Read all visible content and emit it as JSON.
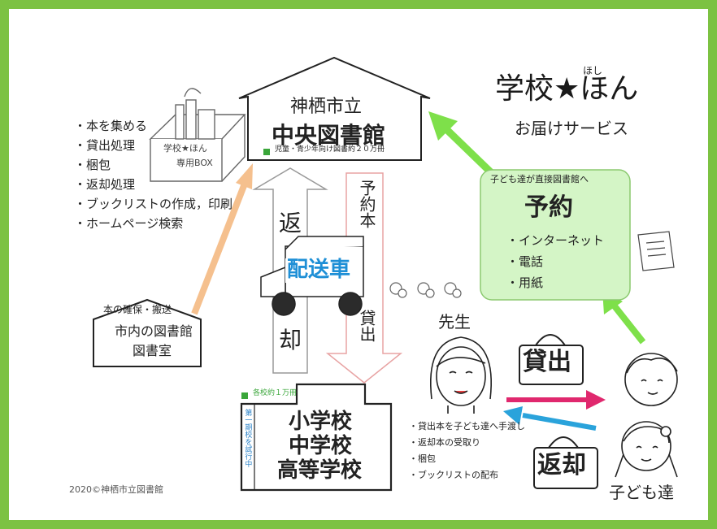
{
  "title": {
    "main_left": "学校",
    "star": "★",
    "main_right": "ほん",
    "ruby": "ほし",
    "subtitle": "お届けサービス"
  },
  "library": {
    "line1": "神栖市立",
    "line2": "中央図書館",
    "note": "児童・青少年向け図書約２０万冊"
  },
  "box_label": {
    "line1": "学校★ほん",
    "line2": "専用BOX"
  },
  "tasks": [
    "・本を集める",
    "・貸出処理",
    "・梱包",
    "・返却処理",
    "・ブックリストの作成，印刷",
    "・ホームページ検索"
  ],
  "source": {
    "header": "本の確保・搬送",
    "line1": "市内の図書館",
    "line2": "図書室"
  },
  "truck": {
    "label": "配送車",
    "return_top": "返",
    "return_bottom": "却",
    "reserve_top": "予約本",
    "reserve_bottom": "貸出"
  },
  "reserve": {
    "header": "子ども達が直接図書館へ",
    "title": "予約",
    "items": [
      "・インターネット",
      "・電話",
      "・用紙"
    ]
  },
  "school": {
    "note": "各校約１万冊",
    "side": "第一期校を試行中",
    "line1": "小学校",
    "line2": "中学校",
    "line3": "高等学校"
  },
  "teacher": {
    "label": "先生",
    "duties": [
      "・貸出本を子ども達へ手渡し",
      "・返却本の受取り",
      "・梱包",
      "・ブックリストの配布"
    ]
  },
  "children": {
    "label": "子ども達"
  },
  "bags": {
    "lend": "貸出",
    "return": "返却"
  },
  "copyright": "2020©神栖市立図書館",
  "colors": {
    "frame": "#7cc242",
    "reserve_box": "#d4f5c6",
    "green_arrow": "#7ee04a",
    "orange_arrow": "#f5c08e",
    "pink_arrow": "#e0286e",
    "blue_arrow": "#2aa3db",
    "truck_text": "#1e8fd6",
    "marker": "#3aa63a",
    "school_note": "#3aa63a",
    "school_side": "#2a82c8"
  },
  "icons": [
    "library-house-icon",
    "book-box-icon",
    "truck-icon",
    "flower-icons",
    "teacher-face-icon",
    "child-faces-icon",
    "bag-icon",
    "reservation-paper-icon"
  ]
}
